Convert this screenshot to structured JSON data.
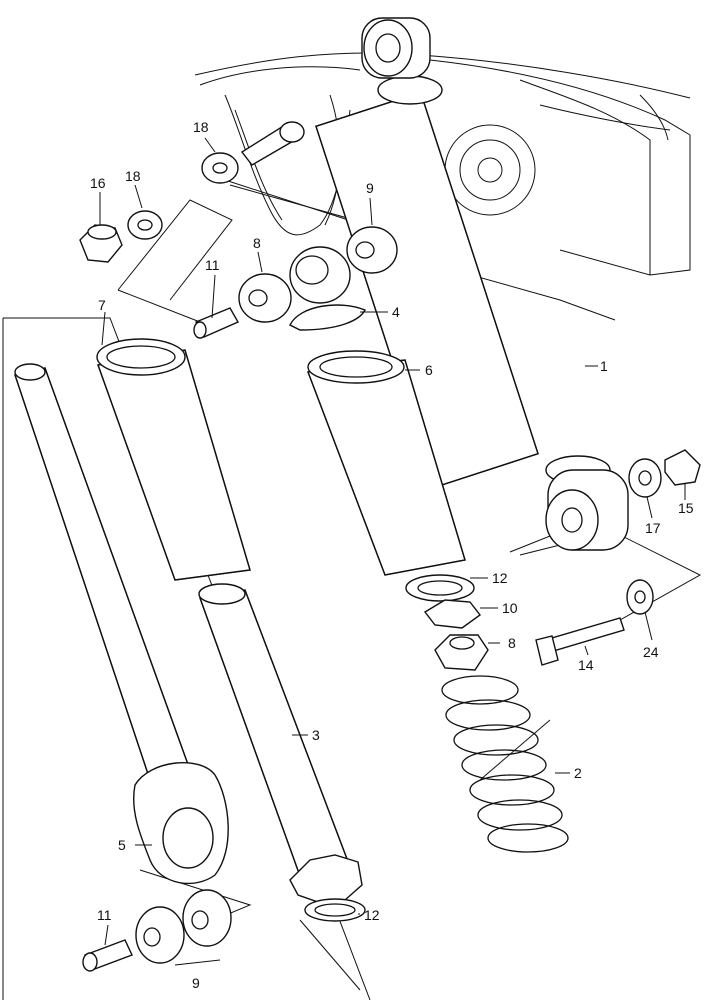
{
  "callouts": [
    {
      "id": "c1",
      "text": "1"
    },
    {
      "id": "c2",
      "text": "2"
    },
    {
      "id": "c3",
      "text": "3"
    },
    {
      "id": "c4",
      "text": "4"
    },
    {
      "id": "c5",
      "text": "5"
    },
    {
      "id": "c6",
      "text": "6"
    },
    {
      "id": "c7",
      "text": "7"
    },
    {
      "id": "c8a",
      "text": "8"
    },
    {
      "id": "c8b",
      "text": "8"
    },
    {
      "id": "c9a",
      "text": "9"
    },
    {
      "id": "c9b",
      "text": "9"
    },
    {
      "id": "c10",
      "text": "10"
    },
    {
      "id": "c11a",
      "text": "11"
    },
    {
      "id": "c11b",
      "text": "11"
    },
    {
      "id": "c12a",
      "text": "12"
    },
    {
      "id": "c12b",
      "text": "12"
    },
    {
      "id": "c14",
      "text": "14"
    },
    {
      "id": "c15",
      "text": "15"
    },
    {
      "id": "c16",
      "text": "16"
    },
    {
      "id": "c17",
      "text": "17"
    },
    {
      "id": "c18a",
      "text": "18"
    },
    {
      "id": "c18b",
      "text": "18"
    },
    {
      "id": "c24",
      "text": "24"
    }
  ]
}
